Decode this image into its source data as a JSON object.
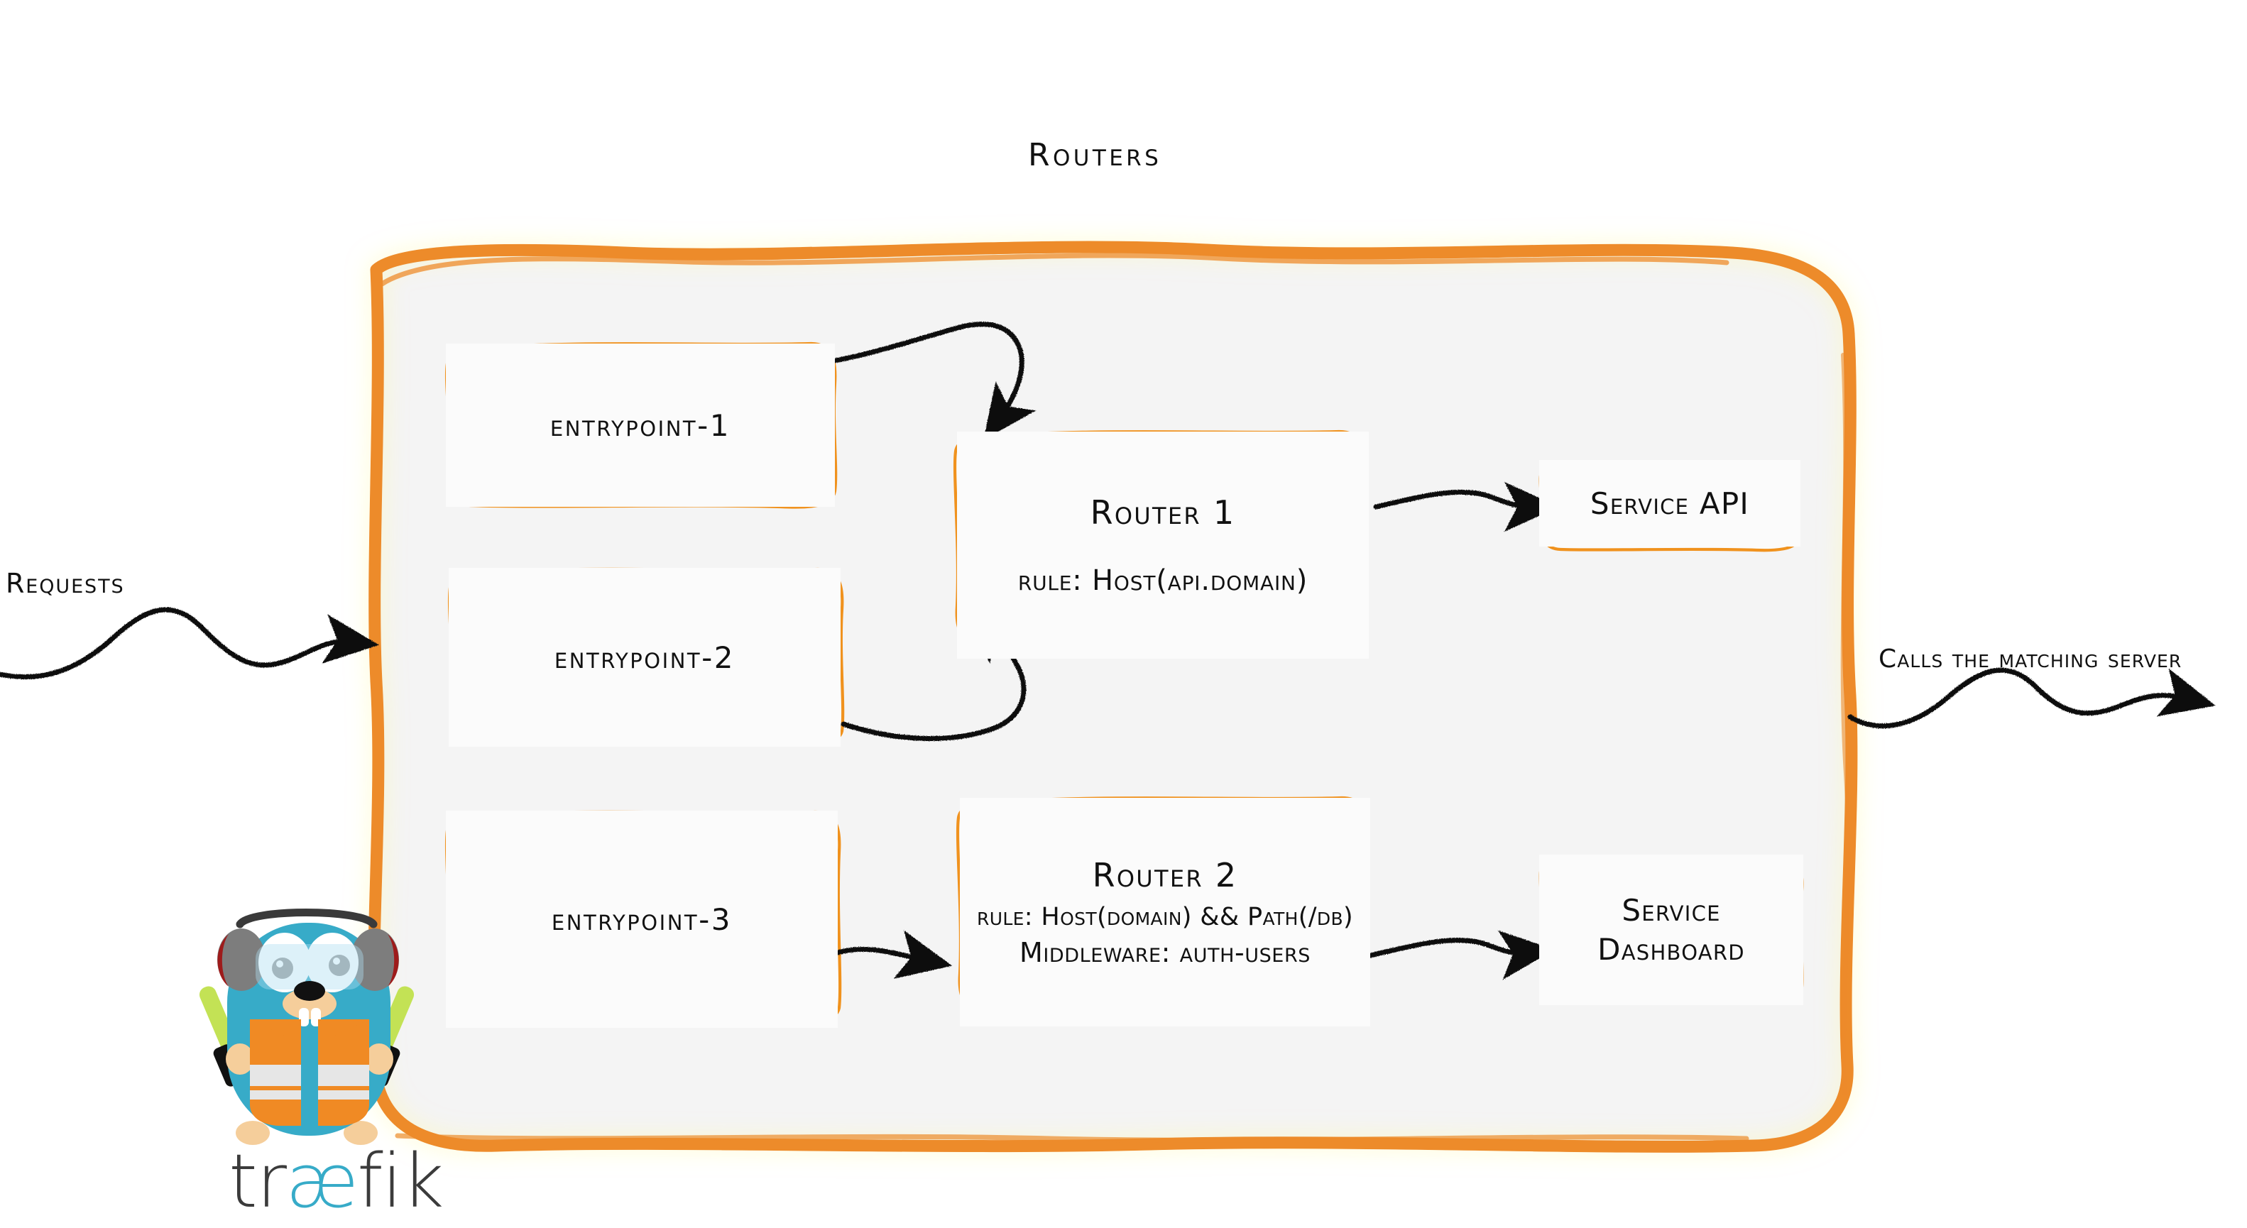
{
  "diagram": {
    "title": "Routers",
    "type": "traefik-routing-architecture",
    "colors": {
      "panel_border": "#ED8B2B",
      "panel_fill": "#F4F4F4",
      "box_border": "#F0921E",
      "box_fill": "#FBFBFB",
      "text": "#111111",
      "arrow": "#111111",
      "mascot_body": "#37ABC8",
      "mascot_vest": "#F08A24",
      "mascot_wand": "#C3E255",
      "wordmark_dark": "#3B3B3B",
      "wordmark_accent": "#37ABC8"
    }
  },
  "labels": {
    "requests": "Requests",
    "outgoing": "Calls the matching server"
  },
  "entrypoints": [
    {
      "id": "entrypoint-1",
      "label": "entrypoint-1"
    },
    {
      "id": "entrypoint-2",
      "label": "entrypoint-2"
    },
    {
      "id": "entrypoint-3",
      "label": "entrypoint-3"
    }
  ],
  "routers": [
    {
      "id": "router-1",
      "title": "Router 1",
      "rule": "rule: Host(api.domain)",
      "middleware": null
    },
    {
      "id": "router-2",
      "title": "Router 2",
      "rule": "rule: Host(domain) && Path(/db)",
      "middleware": "Middleware: auth-users"
    }
  ],
  "services": [
    {
      "id": "service-api",
      "line1": "Service API",
      "line2": ""
    },
    {
      "id": "service-dashboard",
      "line1": "Service",
      "line2": "Dashboard"
    }
  ],
  "branding": {
    "wordmark_pre": "tr",
    "wordmark_ae": "æ",
    "wordmark_post": "fik",
    "mascot": "traefik-gopher-mascot"
  },
  "flows": [
    {
      "from": "requests",
      "to": "panel"
    },
    {
      "from": "entrypoint-1",
      "to": "router-1"
    },
    {
      "from": "entrypoint-2",
      "to": "router-1"
    },
    {
      "from": "entrypoint-3",
      "to": "router-2"
    },
    {
      "from": "router-1",
      "to": "service-api"
    },
    {
      "from": "router-2",
      "to": "service-dashboard"
    },
    {
      "from": "panel",
      "to": "outgoing"
    }
  ]
}
